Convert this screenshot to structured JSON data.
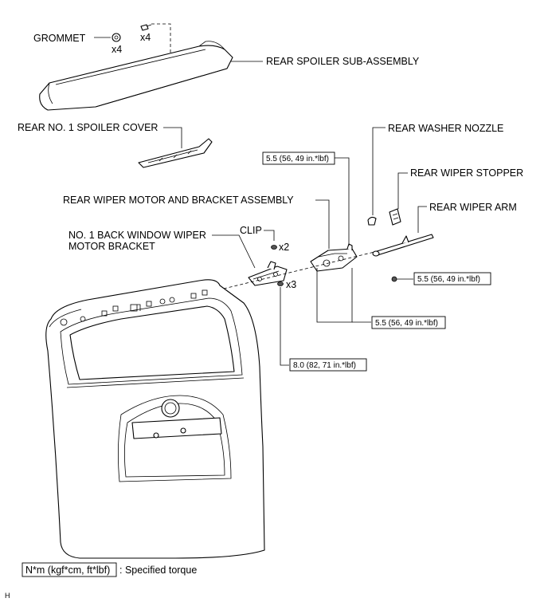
{
  "labels": {
    "grommet": "GROMMET",
    "grommet_qty": "x4",
    "bolt_qty": "x4",
    "rear_spoiler": "REAR SPOILER SUB-ASSEMBLY",
    "spoiler_cover": "REAR NO. 1 SPOILER COVER",
    "washer_nozzle": "REAR WASHER NOZZLE",
    "wiper_stopper": "REAR WIPER STOPPER",
    "wiper_motor": "REAR WIPER MOTOR AND BRACKET ASSEMBLY",
    "wiper_arm": "REAR WIPER ARM",
    "bracket_line1": "NO. 1 BACK WINDOW WIPER",
    "bracket_line2": "MOTOR BRACKET",
    "clip": "CLIP",
    "clip_qty": "x2",
    "nut_qty": "x3"
  },
  "torques": {
    "motor_top": "5.5 (56, 49 in.*lbf)",
    "arm": "5.5 (56, 49 in.*lbf)",
    "motor_bottom": "5.5 (56, 49 in.*lbf)",
    "bracket": "8.0 (82, 71 in.*lbf)"
  },
  "legend": {
    "unit": "N*m (kgf*cm, ft*lbf)",
    "text": ": Specified torque"
  },
  "corner_mark": "H"
}
